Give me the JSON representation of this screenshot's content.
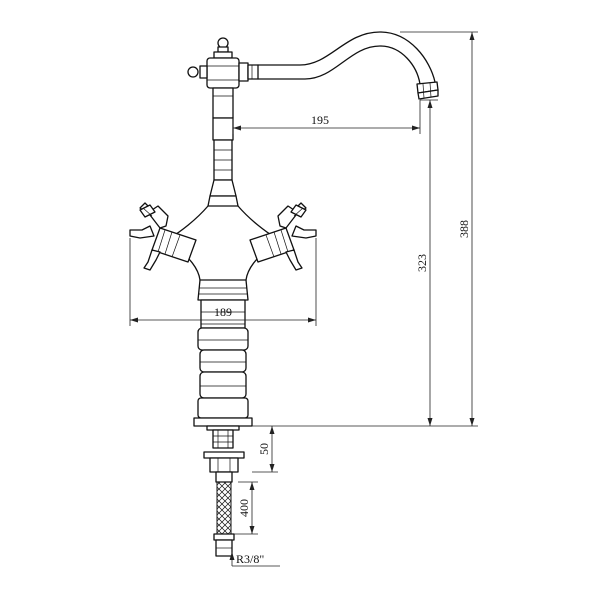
{
  "drawing": {
    "dimensions": {
      "spout_reach": "195",
      "handle_span": "189",
      "spout_height": "323",
      "overall_height": "388",
      "shank_length": "50",
      "hose_length": "400",
      "thread": "R3/8\""
    }
  }
}
